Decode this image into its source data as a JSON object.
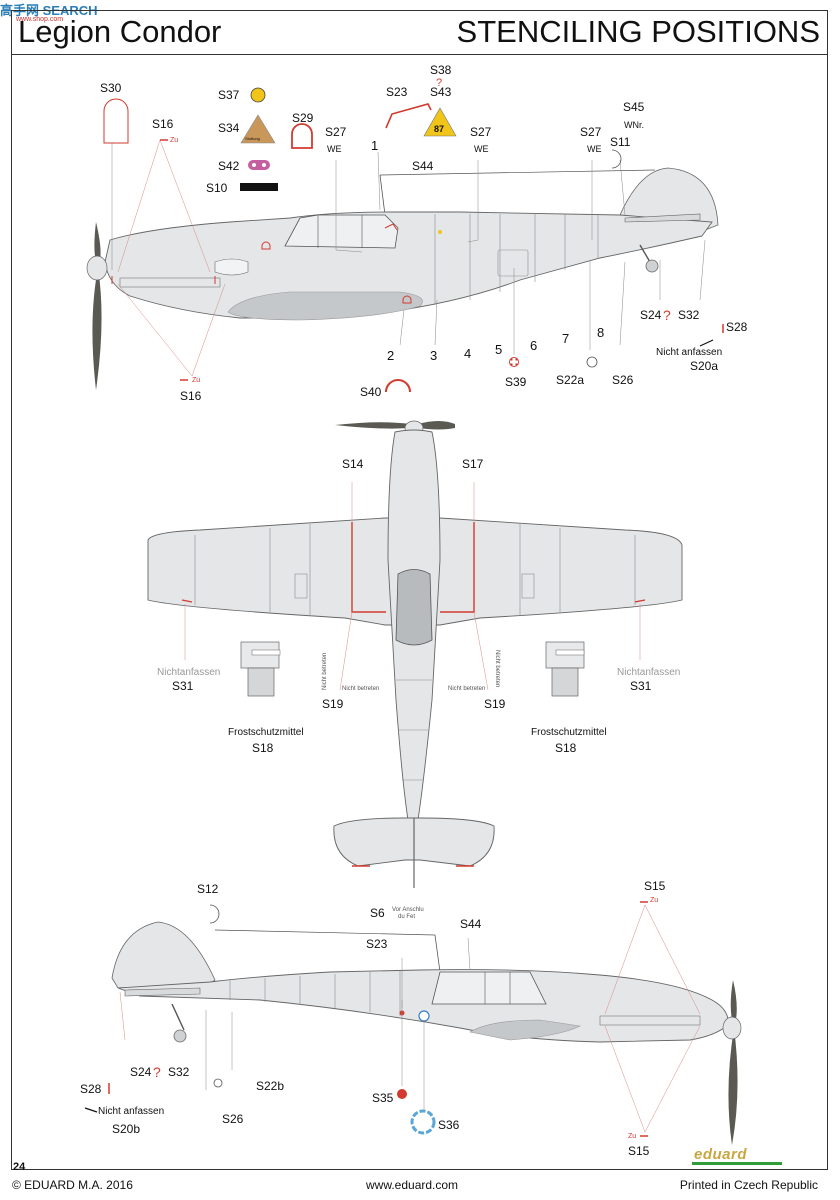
{
  "watermark": {
    "text": "高手网 SEARCH",
    "sub": "www.shop.com"
  },
  "header": {
    "left_title": "Legion Condor",
    "right_title": "STENCILING POSITIONS"
  },
  "side_view_top": {
    "codes": {
      "s30": "S30",
      "s16_top": "S16",
      "s16_bottom": "S16",
      "s37": "S37",
      "s34": "S34",
      "s29": "S29",
      "s42": "S42",
      "s10": "S10",
      "s27_a": "S27",
      "s23": "S23",
      "s38": "S38",
      "s43": "S43",
      "s27_b": "S27",
      "s27_c": "S27",
      "s45": "S45",
      "s11": "S11",
      "s44": "S44",
      "s24": "S24",
      "s32": "S32",
      "s28": "S28",
      "s20a": "S20a",
      "s40": "S40",
      "s39": "S39",
      "s22a": "S22a",
      "s26": "S26"
    },
    "small_texts": {
      "we_a": "WE",
      "we_b": "WE",
      "we_c": "WE",
      "wnr": "WNr.",
      "zu_top": "Zu",
      "zu_bottom": "Zu",
      "badge_87": "87",
      "q_mark": "?",
      "q_mark_s24": "?",
      "nicht_anfassen": "Nicht anfassen",
      "stiftung": "Stuttung"
    },
    "numbers": [
      "1",
      "2",
      "3",
      "4",
      "5",
      "6",
      "7",
      "8"
    ]
  },
  "plan_view": {
    "codes": {
      "s14": "S14",
      "s17": "S17",
      "s31_left": "S31",
      "s31_right": "S31",
      "s19_left": "S19",
      "s19_right": "S19",
      "s18_left": "S18",
      "s18_right": "S18"
    },
    "texts": {
      "nichtanfassen_left": "Nichtanfassen",
      "nichtanfassen_right": "Nichtanfassen",
      "frost_left": "Frostschutzmittel",
      "frost_right": "Frostschutzmittel",
      "nicht_betreten_1": "Nicht betreten",
      "nicht_betreten_2": "Nicht betreten",
      "nicht_betreten_3": "Nicht betreten",
      "nicht_betreten_4": "Nicht betreten"
    }
  },
  "side_view_bottom": {
    "codes": {
      "s12": "S12",
      "s15_top": "S15",
      "s15_bottom": "S15",
      "s6": "S6",
      "s44": "S44",
      "s23": "S23",
      "s24": "S24",
      "s32": "S32",
      "s28": "S28",
      "s22b": "S22b",
      "s20b": "S20b",
      "s26": "S26",
      "s35": "S35",
      "s36": "S36"
    },
    "texts": {
      "vor_anschluss": "Vor Anschlu",
      "du_fet": "du Fet",
      "nicht_anfassen": "Nicht anfassen",
      "zu_top": "Zu",
      "zu_bottom": "Zu",
      "q_mark": "?"
    }
  },
  "footer": {
    "left": "© EDUARD M.A. 2016",
    "mid": "www.eduard.com",
    "right": "Printed in Czech Republic",
    "page_number": "24",
    "logo_text": "eduard"
  },
  "colors": {
    "aircraft_grey": "#e4e6e8",
    "panel_line": "#8a8d90",
    "stencil_red": "#d23a2f",
    "prop_dark": "#5a5a52",
    "yellow": "#f0c419",
    "brown": "#c9975a"
  }
}
